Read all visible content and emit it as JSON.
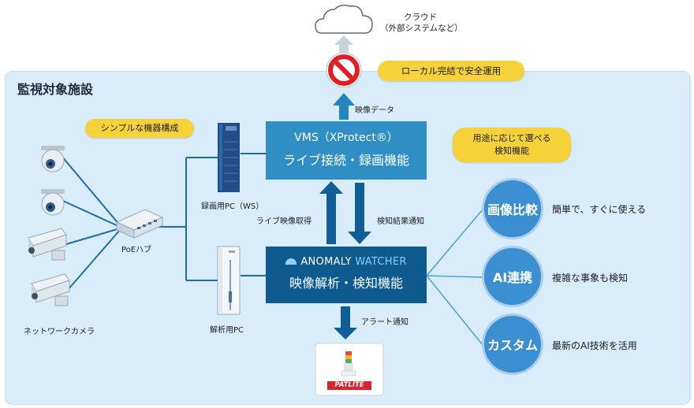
{
  "cloud": {
    "title": "クラウド",
    "subtitle": "（外部システムなど）"
  },
  "callouts": {
    "local": "ローカル完結で安全運用",
    "simple": "シンプルな機器構成",
    "purpose": "用途に応じて選べる\n検知機能"
  },
  "facility": {
    "title": "監視対象施設"
  },
  "vms": {
    "line1": "VMS（XProtect®）",
    "line2": "ライブ接続・録画機能"
  },
  "anomaly": {
    "brand_part1": "ANOMALY",
    "brand_part2": "WATCHER",
    "line2": "映像解析・検知機能"
  },
  "arrows": {
    "video_data": "映像データ",
    "live_acquire": "ライブ映像取得",
    "result_notify": "検知結果通知",
    "alert_notify": "アラート通知"
  },
  "devices": {
    "poe_hub": "PoEハブ",
    "rec_pc": "録画用PC（WS）",
    "analysis_pc": "解析用PC",
    "cameras": "ネットワークカメラ",
    "patlite": "PATLITE"
  },
  "features": [
    {
      "name": "画像比較",
      "desc": "簡単で、すぐに使える"
    },
    {
      "name": "AI連携",
      "desc": "複雑な事象も検知"
    },
    {
      "name": "カスタム",
      "desc": "最新のAI技術を活用"
    }
  ],
  "colors": {
    "facility_bg": "#d8ecfa",
    "vms_box": "#2f8fc4",
    "aw_box": "#0c5a8e",
    "accent_yellow": "#f6d23a",
    "arrow": "#0f5f96",
    "circle": "#3b8fd0",
    "line": "#1d6ea8"
  }
}
